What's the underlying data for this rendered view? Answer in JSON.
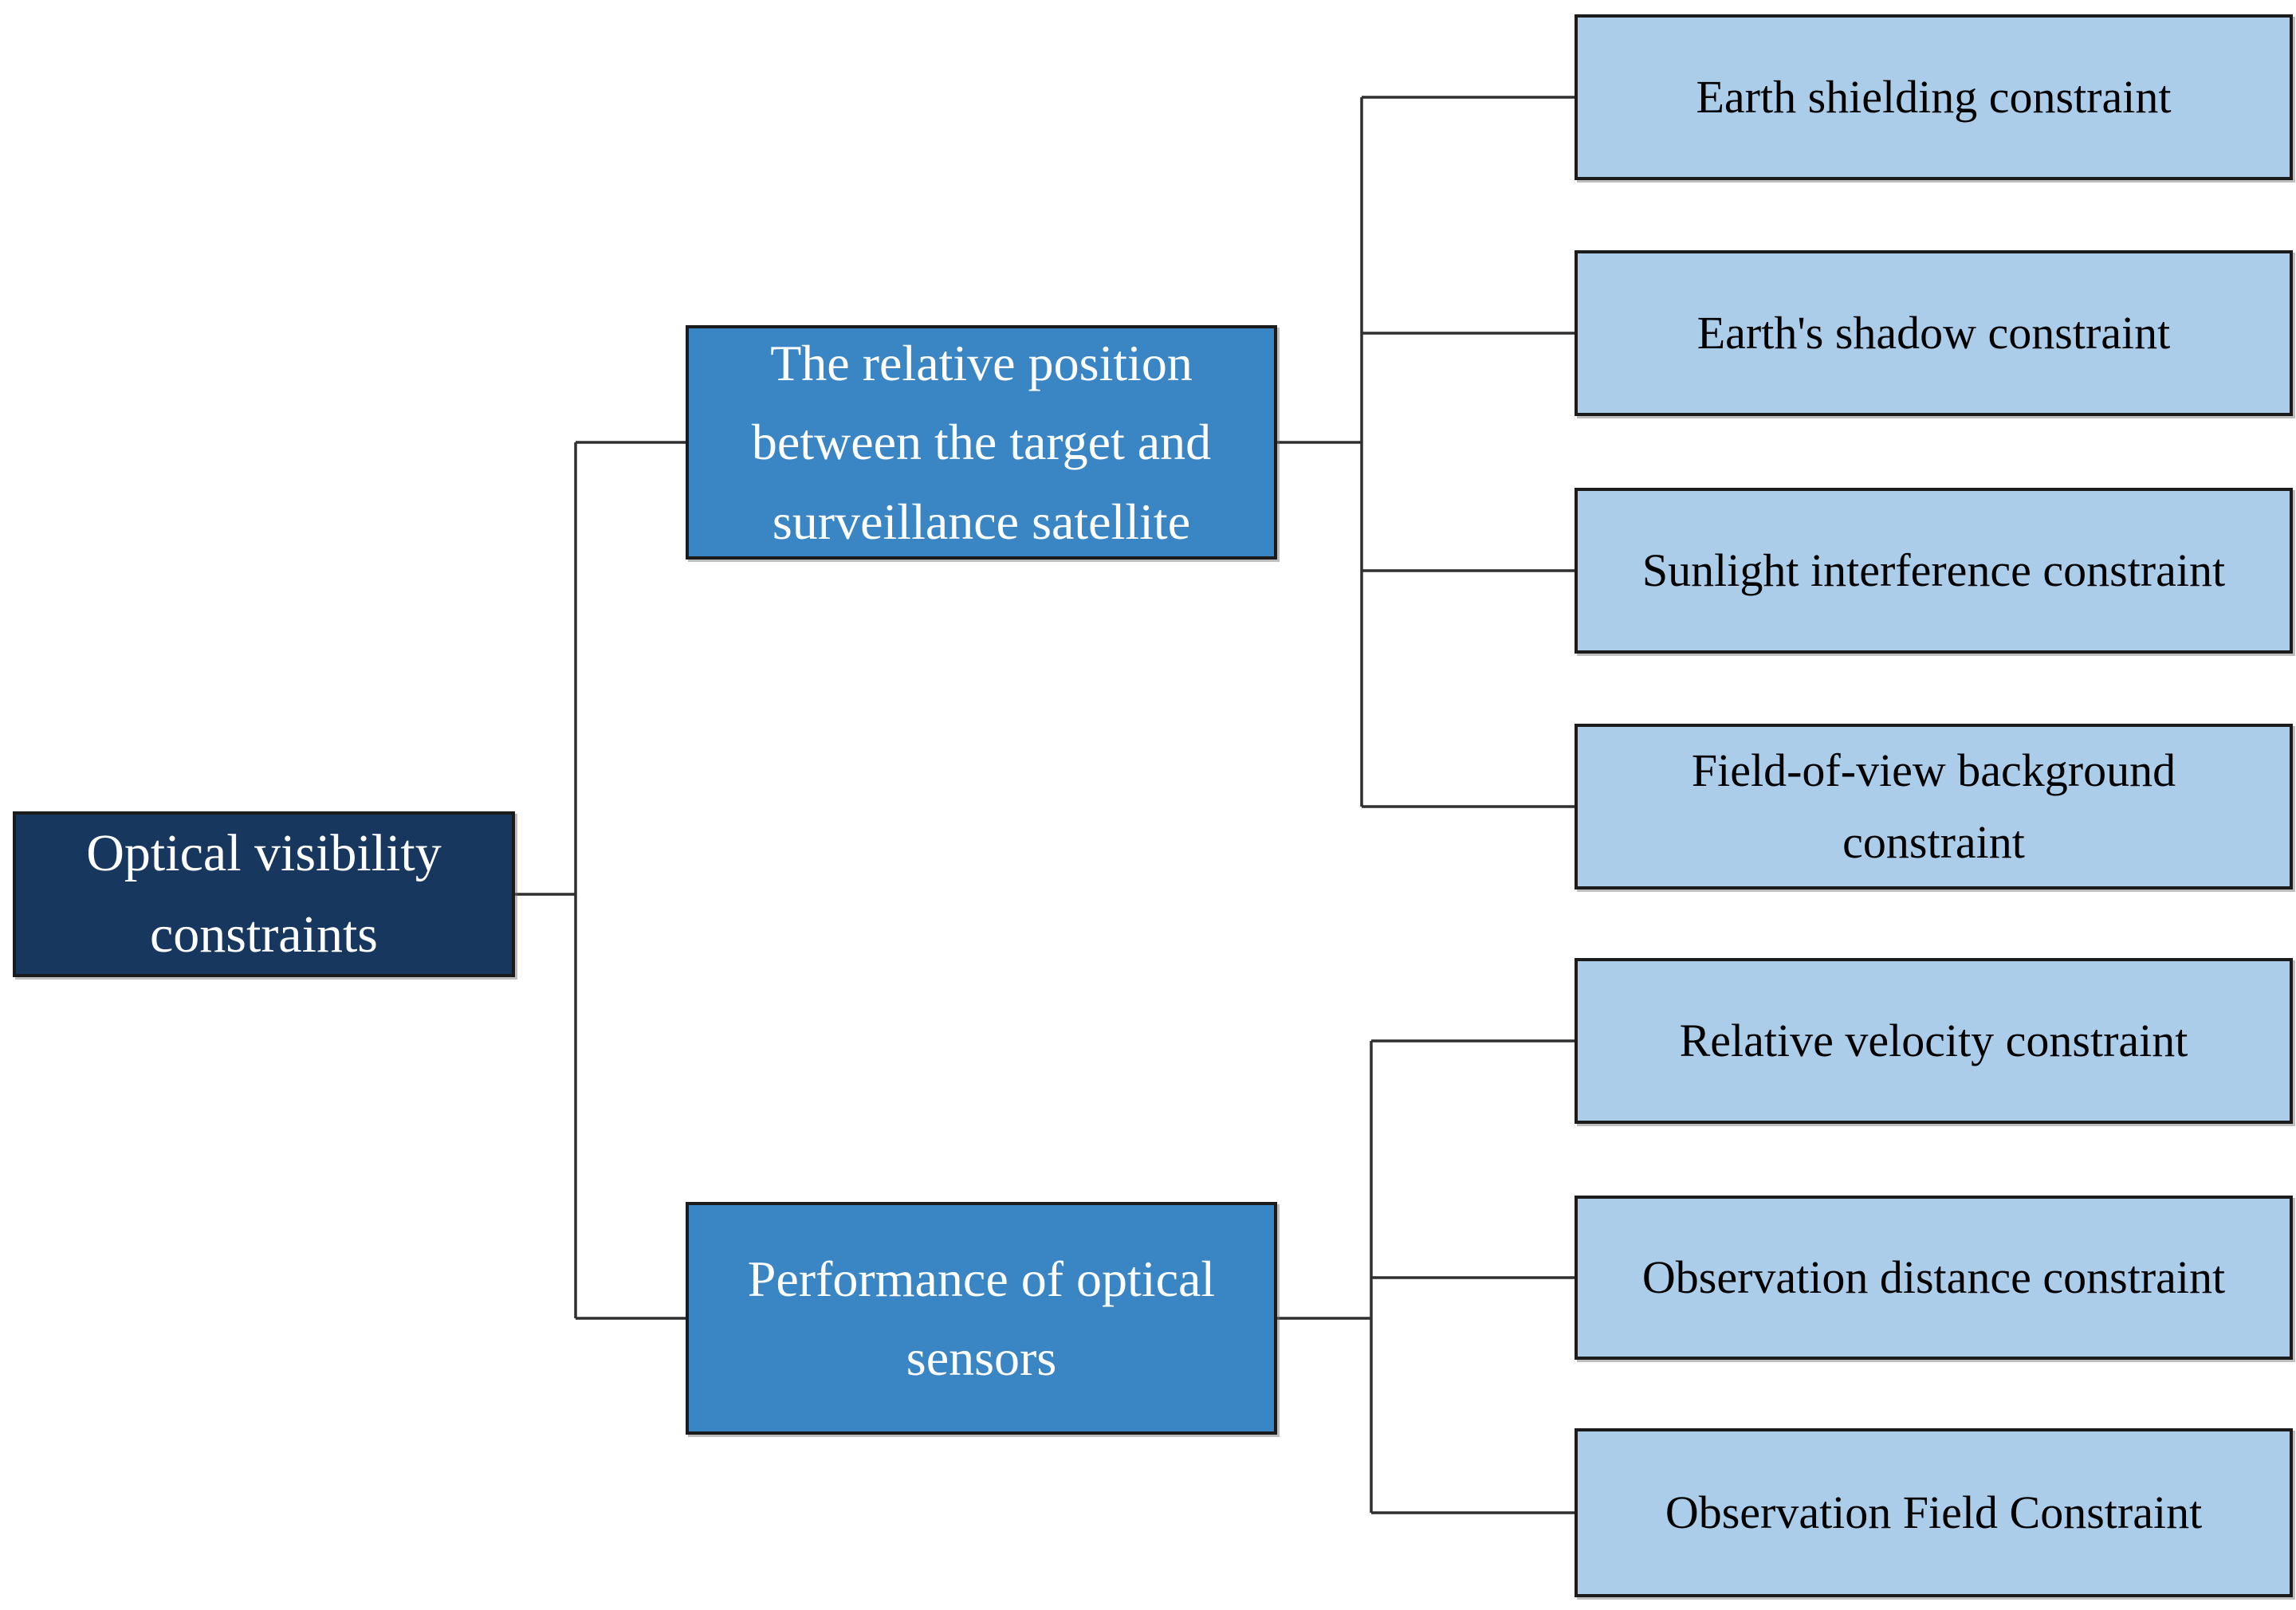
{
  "tree": {
    "root": {
      "label": "Optical visibility\nconstraints"
    },
    "branches": [
      {
        "label": "The relative position\nbetween the target and\nsurveillance satellite",
        "children": [
          {
            "label": "Earth shielding constraint"
          },
          {
            "label": "Earth's shadow constraint"
          },
          {
            "label": "Sunlight interference constraint"
          },
          {
            "label": "Field-of-view background\nconstraint"
          }
        ]
      },
      {
        "label": "Performance of optical\nsensors",
        "children": [
          {
            "label": "Relative velocity constraint"
          },
          {
            "label": "Observation distance constraint"
          },
          {
            "label": "Observation Field Constraint"
          }
        ]
      }
    ]
  },
  "colors": {
    "root_fill": "#17375E",
    "branch_fill": "#3A86C5",
    "leaf_fill": "#ABCDE9",
    "border_color": "#1B1B1B",
    "line_color": "#2F2F2F",
    "root_text": "#FFFFFF",
    "branch_text": "#FFFFFF",
    "leaf_text": "#000000",
    "page_bg": "#FFFFFF"
  }
}
